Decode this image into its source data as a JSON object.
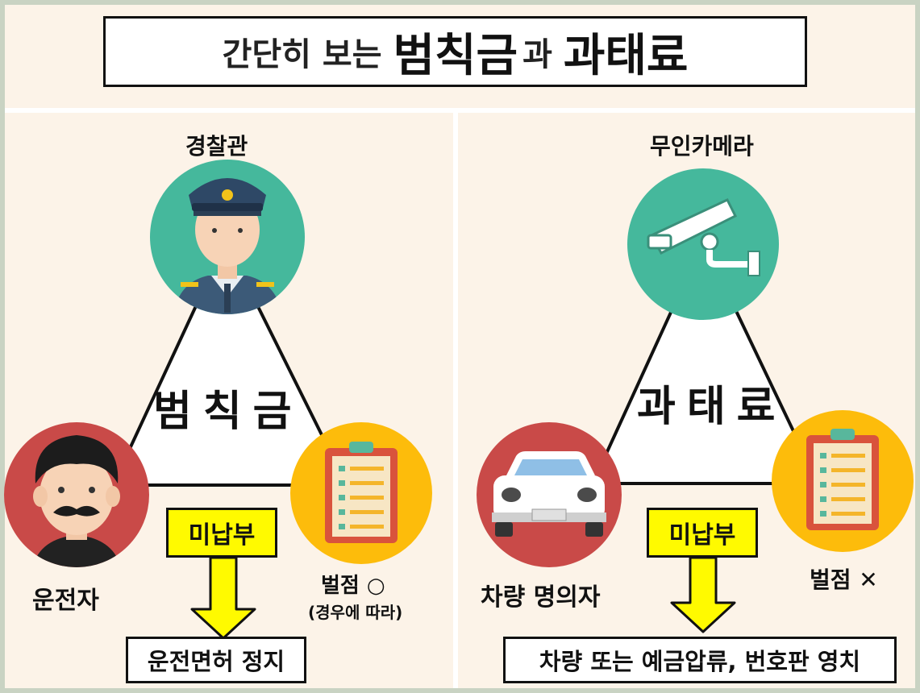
{
  "title": {
    "part1": "간단히 보는",
    "part2": "범칙금",
    "part3": "과",
    "part4": "과태료"
  },
  "left": {
    "top_label": "경찰관",
    "center": "범칙금",
    "bottom_left_label": "운전자",
    "bottom_right_label": "벌점 ○",
    "bottom_right_note": "(경우에 따라)",
    "unpaid": "미납부",
    "result": "운전면허 정지"
  },
  "right": {
    "top_label": "무인카메라",
    "center": "과태료",
    "bottom_left_label": "차량 명의자",
    "bottom_right_label": "벌점 ✕",
    "unpaid": "미납부",
    "result": "차량 또는 예금압류, 번호판 영치"
  },
  "colors": {
    "green": "#45b89c",
    "red": "#c94a48",
    "yellow": "#fdbc0b",
    "highlight": "#fffa00"
  },
  "icons": [
    "police-officer-icon",
    "driver-icon",
    "clipboard-icon",
    "cctv-camera-icon",
    "car-icon",
    "down-arrow-icon"
  ]
}
